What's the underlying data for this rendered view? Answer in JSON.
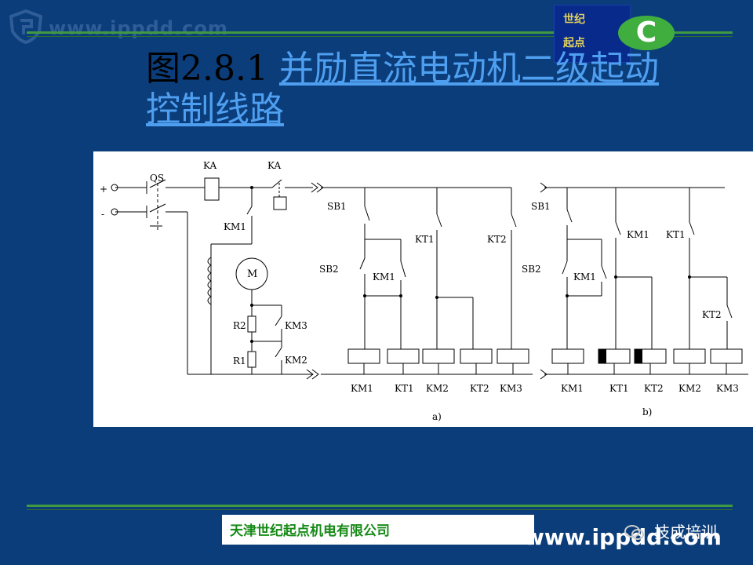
{
  "header": {
    "watermark": "www.ippdd.com",
    "logo_line1": "世纪",
    "logo_line2": "起点",
    "logo_letter": "C"
  },
  "title": {
    "number": "图2.8.1 ",
    "text_part1": "并励直流电动机二级起动",
    "text_part2": "控制线路"
  },
  "diagram": {
    "labels_a": {
      "plus": "+",
      "minus": "-",
      "qs": "QS",
      "ka1": "KA",
      "ka2": "KA",
      "km1_contact": "KM1",
      "motor": "M",
      "r2": "R2",
      "r1": "R1",
      "km3": "KM3",
      "km2": "KM2",
      "sb1": "SB1",
      "sb2": "SB2",
      "km1_hold": "KM1",
      "kt1": "KT1",
      "kt2": "KT2",
      "coil_km1": "KM1",
      "coil_kt1": "KT1",
      "coil_km2": "KM2",
      "coil_kt2": "KT2",
      "coil_km3": "KM3",
      "caption": "a)"
    },
    "labels_b": {
      "sb1": "SB1",
      "sb2": "SB2",
      "km1_hold": "KM1",
      "km1": "KM1",
      "kt1": "KT1",
      "kt2": "KT2",
      "coil_km1": "KM1",
      "coil_kt1": "KT1",
      "coil_kt2": "KT2",
      "coil_km2": "KM2",
      "coil_km3": "KM3",
      "caption": "b)"
    }
  },
  "footer": {
    "company": "天津世纪起点机电有限公司",
    "wechat_label": "技成培训",
    "watermark": "www.ippdd.com"
  },
  "colors": {
    "background": "#0b3d7a",
    "accent_line": "#3f9a3f",
    "title_link": "#4f9ff0",
    "company_text": "#178a17"
  }
}
